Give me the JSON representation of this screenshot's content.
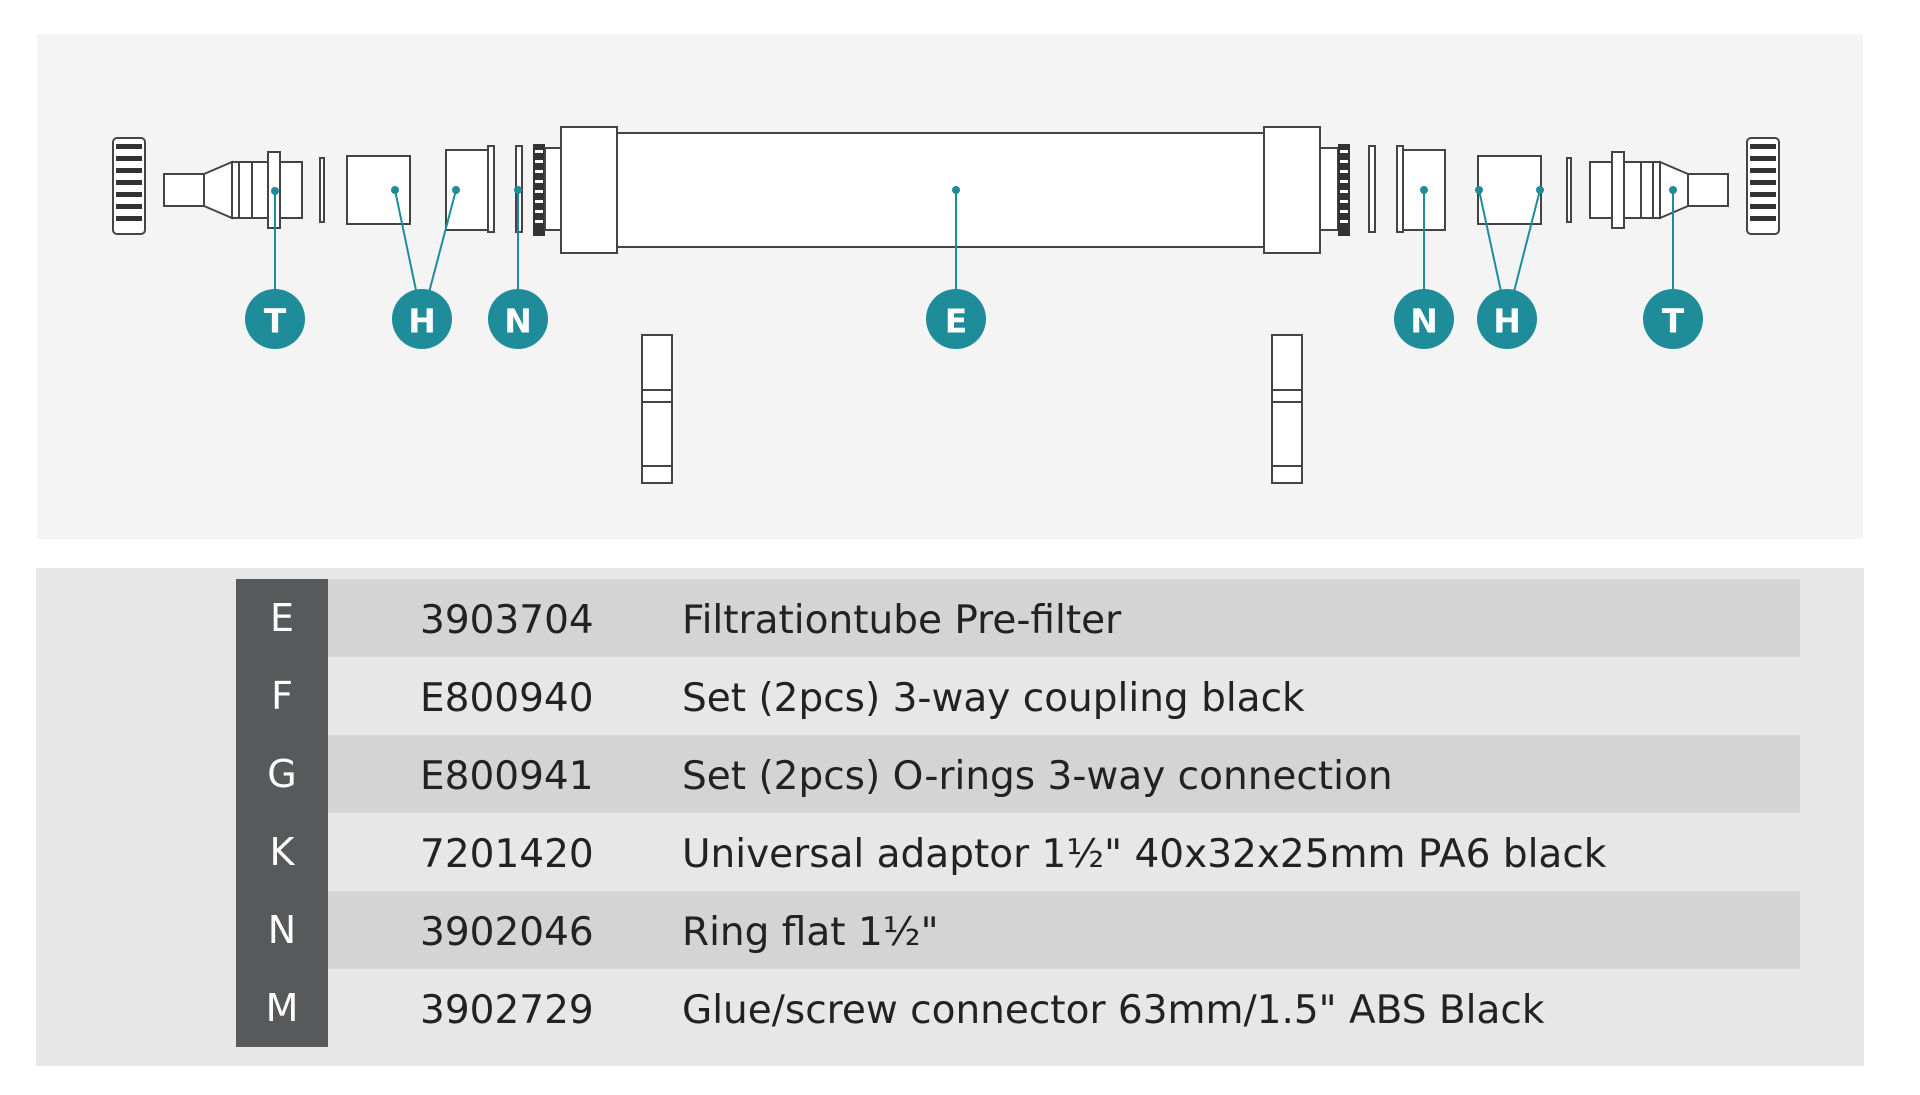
{
  "diagram": {
    "callouts": {
      "t_left": "T",
      "h_left": "H",
      "n_left": "N",
      "e": "E",
      "n_right": "N",
      "h_right": "H",
      "t_right": "T"
    },
    "colors": {
      "callout": "#1e8c99",
      "panel": "#f4f4f4"
    }
  },
  "parts": {
    "rows": [
      {
        "letter": "E",
        "code": "3903704",
        "description": "Filtrationtube Pre-filter"
      },
      {
        "letter": "F",
        "code": "E800940",
        "description": "Set (2pcs) 3-way coupling black"
      },
      {
        "letter": "G",
        "code": "E800941",
        "description": "Set (2pcs) O-rings 3-way connection"
      },
      {
        "letter": "K",
        "code": "7201420",
        "description": "Universal adaptor 1½\" 40x32x25mm PA6 black"
      },
      {
        "letter": "N",
        "code": "3902046",
        "description": "Ring flat 1½\""
      },
      {
        "letter": "M",
        "code": "3902729",
        "description": "Glue/screw connector 63mm/1.5\" ABS Black"
      }
    ],
    "colors": {
      "letter_column": "#58595b",
      "row_shade": "#d4d4d4",
      "panel": "#e7e7e7"
    }
  }
}
